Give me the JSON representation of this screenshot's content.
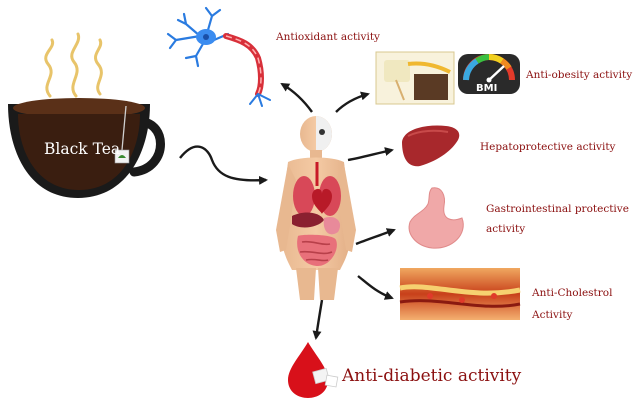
{
  "cup": {
    "label": "Black Tea"
  },
  "bmi": {
    "label": "BMI"
  },
  "activities": {
    "antioxidant": "Antioxidant activity",
    "anti_obesity": "Anti-obesity activity",
    "hepatoprotective": "Hepatoprotective activity",
    "gastro_line1": "Gastrointestinal protective",
    "gastro_line2": "activity",
    "cholesterol_line1": "Anti-Cholestrol",
    "cholesterol_line2": "Activity",
    "antidiabetic": "Anti-diabetic activity"
  },
  "colors": {
    "label": "#8b1010",
    "tea": "#3a1e10",
    "cup": "#1a1a1a",
    "steam": "#e8c46a",
    "arrow": "#1a1a1a",
    "neuron": "#2a7be0",
    "blood": "#d8101a",
    "liver": "#a8282c",
    "stomach": "#f0a8a8"
  }
}
